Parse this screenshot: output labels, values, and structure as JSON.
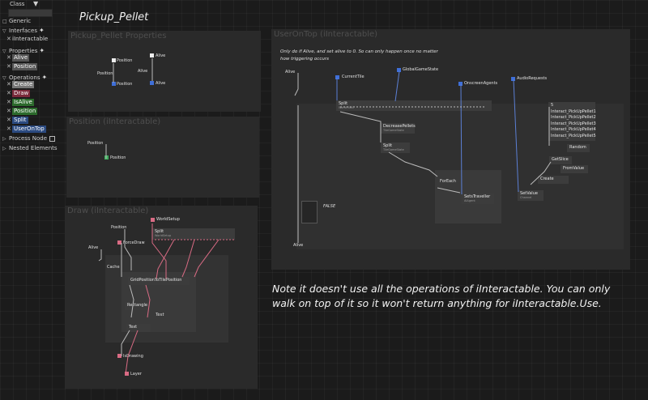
{
  "sidebar": {
    "header": "Class",
    "generic": "Generic",
    "interfaces": {
      "label": "Interfaces",
      "items": [
        "iInteractable"
      ]
    },
    "properties": {
      "label": "Properties",
      "items": [
        "Alive",
        "Position"
      ]
    },
    "operations": {
      "label": "Operations",
      "items": [
        "Create",
        "Draw",
        "IsAlive",
        "Position",
        "Split",
        "UserOnTop"
      ]
    },
    "process_node": "Process Node",
    "nested": "Nested Elements"
  },
  "colors": {
    "create": "#777777",
    "draw": "#7a2a3a",
    "isalive": "#2c6a2c",
    "position": "#2c6a2c",
    "split": "#2b4a80",
    "useronttop": "#2b4a80"
  },
  "page_title": "Pickup_Pellet",
  "properties_panel": {
    "title": "Pickup_Pellet Properties",
    "position_a": "Position",
    "position_in": "Position",
    "position_out": "Position",
    "alive_a": "Alive",
    "alive_in": "Alive",
    "alive_out": "Alive"
  },
  "position_panel": {
    "title": "Position (iInteractable)",
    "in_label": "Position",
    "out_label": "Position"
  },
  "draw_panel": {
    "title": "Draw (iInteractable)",
    "position": "Position",
    "world_setup": "WorldSetup",
    "alive": "Alive",
    "force_draw": "ForceDraw",
    "split": "Split",
    "split_sub": "WorldSetup",
    "cache": "Cache",
    "grid_pos": "GridPositionToTilePosition",
    "rectangle": "Rectangle",
    "text_label": "Text",
    "text_node": "Text",
    "is_drawing": "IsDrawing",
    "layer": "Layer"
  },
  "useron_panel": {
    "title": "UserOnTop (iInteractable)",
    "comment": "Only do if Alive, and set alive to 0. So can only happen once no matter how triggering occurs",
    "alive_in": "Alive",
    "current_tile": "CurrentTile",
    "global_game_state": "GlobalGameState",
    "onscreen_agents": "OnscreenAgents",
    "audio_requests": "AudioRequests",
    "split": "Split",
    "split_sub": "WorldTileA",
    "decrease_pellets": "DecreasePellets",
    "decrease_sub": "TileGameState",
    "split2": "Split",
    "split2_sub": "TileGameState",
    "foreach": "ForEach",
    "sets_traveller": "SetsTraveller",
    "sets_sub": "AIAgent",
    "set_value": "SetValue",
    "set_value_sub": "Channel",
    "s_node": "5",
    "pickups": [
      "Interact_PickUpPellet1",
      "Interact_PickUpPellet2",
      "Interact_PickUpPellet3",
      "Interact_PickUpPellet4",
      "Interact_PickUpPellet5"
    ],
    "random": "Random",
    "get_slice": "GetSlice",
    "from_value": "FromValue",
    "create": "Create",
    "false_label": "FALSE",
    "alive_out": "Alive"
  },
  "note": "Note it doesn't use all the operations of iInteractable. You can only walk on top of it so it won't return anything for iInteractable.Use."
}
